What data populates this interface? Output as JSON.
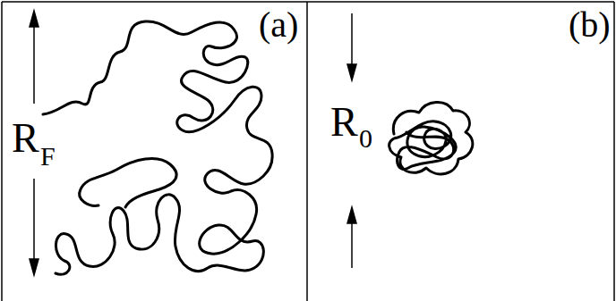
{
  "diagram": {
    "labels": [
      "(a)",
      "(b)",
      "R",
      "F",
      "R",
      "0"
    ]
  }
}
